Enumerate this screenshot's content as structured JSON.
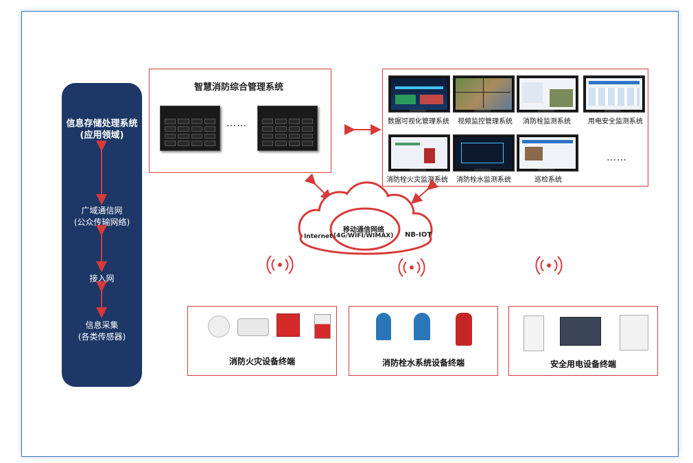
{
  "left_panel": {
    "layer1_title": "信息存储处理系统",
    "layer1_sub": "(应用领域)",
    "layer2_title": "广域通信网",
    "layer2_sub": "(公众传输网络)",
    "layer3_title": "接入网",
    "layer4_title": "信息采集",
    "layer4_sub": "(各类传感器)"
  },
  "management": {
    "title": "智慧消防综合管理系统",
    "ellipsis": "……"
  },
  "systems": [
    {
      "label": "数据可视化管理系统"
    },
    {
      "label": "视频监控管理系统"
    },
    {
      "label": "消防栓监测系统"
    },
    {
      "label": "用电安全监测系统"
    },
    {
      "label": "消防栓火灾监测系统"
    },
    {
      "label": "消防栓水监测系统"
    },
    {
      "label": "巡检系统"
    }
  ],
  "systems_ellipsis": "……",
  "network": {
    "center_line1": "移动通信网络",
    "center_line2": "(4G/WIFI/WIMAX)",
    "left": "Internet",
    "right": "NB-IOT"
  },
  "terminals": [
    {
      "label": "消防火灾设备终端"
    },
    {
      "label": "消防栓水系统设备终端"
    },
    {
      "label": "安全用电设备终端"
    }
  ],
  "colors": {
    "navy": "#1d3766",
    "red": "#d63a3a",
    "frame": "#2d74c4"
  }
}
